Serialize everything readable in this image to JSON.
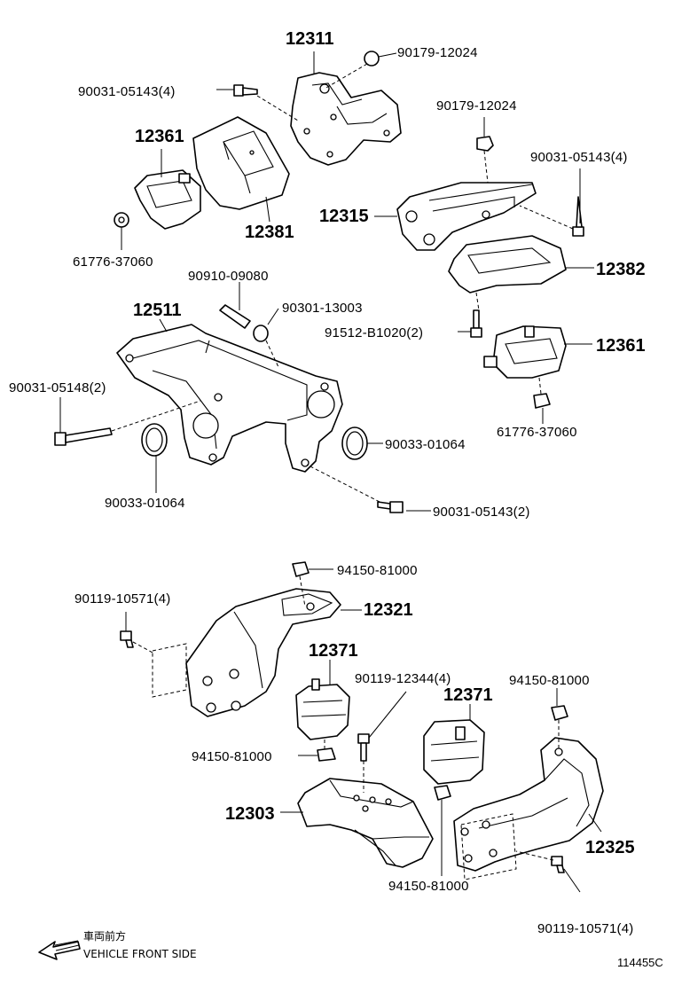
{
  "labels": {
    "p12311": "12311",
    "p90179_top": "90179-12024",
    "p90031_05143_4_top": "90031-05143(4)",
    "p12361_top": "12361",
    "p12381": "12381",
    "p61776_top": "61776-37060",
    "p90179_right": "90179-12024",
    "p90031_05143_4_right": "90031-05143(4)",
    "p12315": "12315",
    "p12382": "12382",
    "p90910": "90910-09080",
    "p90301": "90301-13003",
    "p12511": "12511",
    "p91512": "91512-B1020(2)",
    "p12361_right": "12361",
    "p90031_05148": "90031-05148(2)",
    "p61776_right": "61776-37060",
    "p90033_right": "90033-01064",
    "p90033_left": "90033-01064",
    "p90031_05143_2": "90031-05143(2)",
    "p94150_top": "94150-81000",
    "p90119_10571_left": "90119-10571(4)",
    "p12321": "12321",
    "p12371_left": "12371",
    "p90119_12344": "90119-12344(4)",
    "p12371_right": "12371",
    "p94150_right": "94150-81000",
    "p94150_left": "94150-81000",
    "p12303": "12303",
    "p12325": "12325",
    "p94150_bottom": "94150-81000",
    "p90119_10571_bottom": "90119-10571(4)"
  },
  "legend": {
    "japanese": "車両前方",
    "english": "VEHICLE FRONT SIDE"
  },
  "reference": "114455C"
}
